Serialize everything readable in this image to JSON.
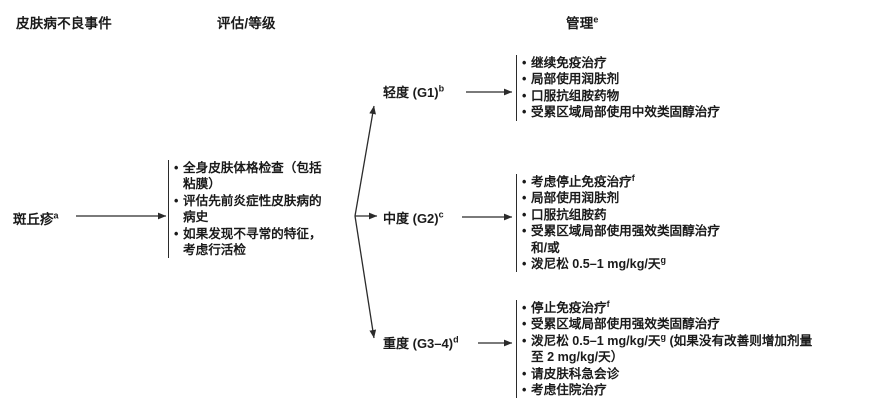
{
  "headers": {
    "event": "皮肤病不良事件",
    "assessment": "评估/等级",
    "management": "管理",
    "management_sup": "e"
  },
  "event_node": {
    "label": "斑丘疹",
    "sup": "a"
  },
  "assessment_box": {
    "items": [
      "全身皮肤体格检查（包括",
      "粘膜）",
      "评估先前炎症性皮肤病的",
      "病史",
      "如果发现不寻常的特征，",
      "考虑行活检"
    ]
  },
  "grades": [
    {
      "label": "轻度 (G1)",
      "sup": "b"
    },
    {
      "label": "中度 (G2)",
      "sup": "c"
    },
    {
      "label": "重度 (G3–4)",
      "sup": "d"
    }
  ],
  "management_boxes": [
    {
      "grade": "轻度 (G1)",
      "items": [
        "继续免疫治疗",
        "局部使用润肤剂",
        "口服抗组胺药物",
        "受累区域局部使用中效类固醇治疗"
      ]
    },
    {
      "grade": "中度 (G2)",
      "items": [
        "考虑停止免疫治疗",
        "局部使用润肤剂",
        "口服抗组胺药",
        "受累区域局部使用强效类固醇治疗",
        "和/或",
        "泼尼松 0.5–1 mg/kg/天"
      ],
      "sups": {
        "0": "f",
        "5": "g"
      }
    },
    {
      "grade": "重度 (G3–4)",
      "items": [
        "停止免疫治疗",
        "受累区域局部使用强效类固醇治疗",
        "泼尼松 0.5–1 mg/kg/天",
        "(如果没有改善则增加剂量",
        "至 2 mg/kg/天）",
        "请皮肤科急会诊",
        "考虑住院治疗"
      ],
      "sups": {
        "0": "f",
        "2": "g"
      }
    }
  ],
  "colors": {
    "line": "#2b2b2b",
    "text": "#1a1a1a",
    "background": "#ffffff"
  }
}
